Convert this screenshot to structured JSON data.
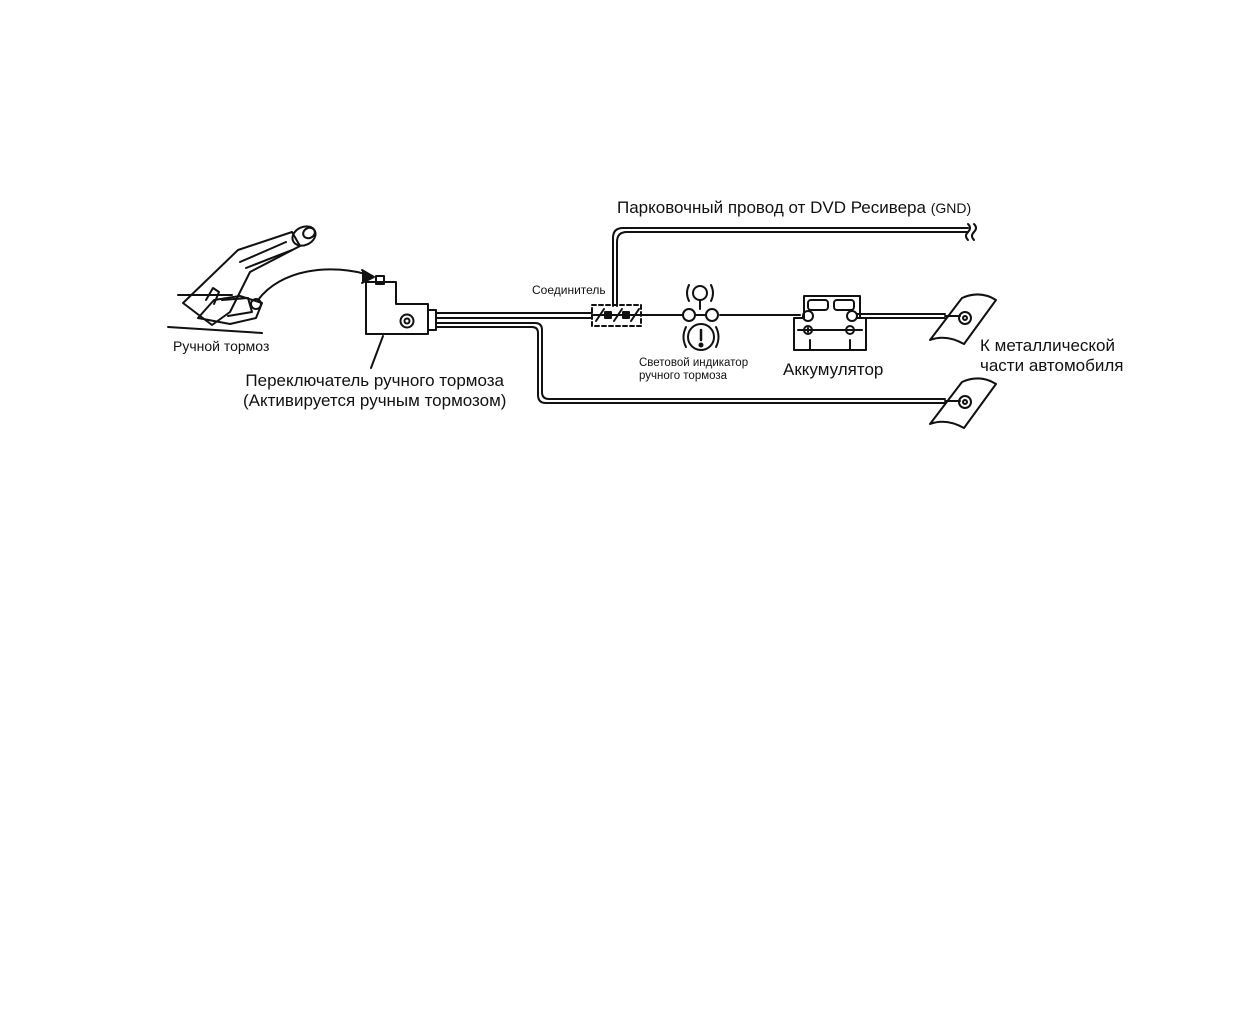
{
  "labels": {
    "parking_wire": "Парковочный провод от DVD Ресивера",
    "gnd": "(GND)",
    "connector": "Соединитель",
    "handbrake": "Ручной тормоз",
    "switch_line1": "Переключатель ручного тормоза",
    "switch_line2": "(Активируется ручным тормозом)",
    "indicator_line1": "Световой индикатор",
    "indicator_line2": "ручного тормоза",
    "battery": "Аккумулятор",
    "metal_line1": "К металлической",
    "metal_line2": "части автомобиля"
  },
  "icons": [
    "handbrake-lever-icon",
    "handbrake-switch-icon",
    "connector-icon",
    "indicator-lamp-icon",
    "battery-icon",
    "ground-terminal-icon"
  ],
  "colors": {
    "line": "#111111",
    "background": "#ffffff"
  }
}
